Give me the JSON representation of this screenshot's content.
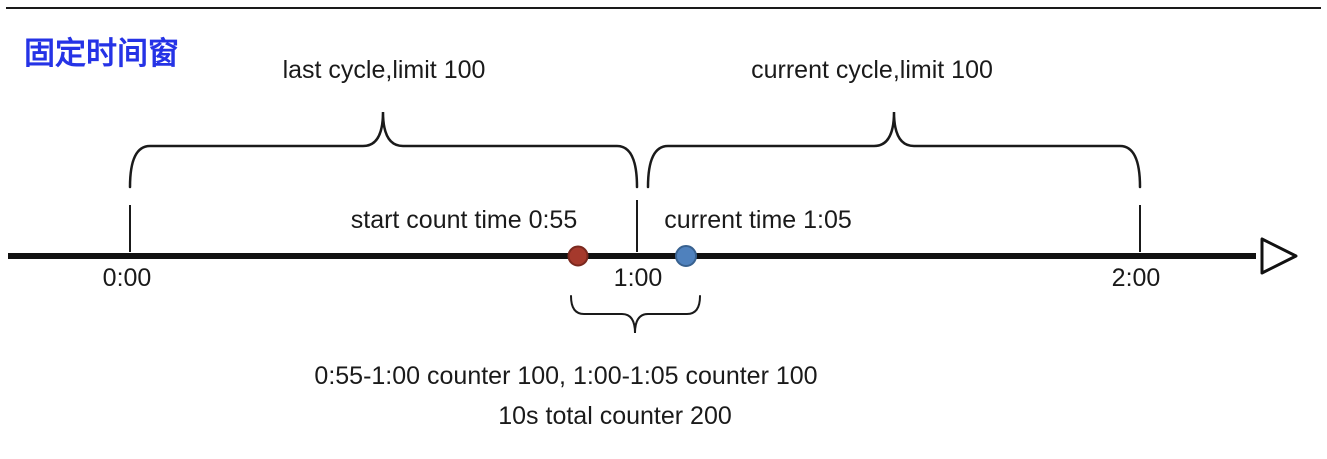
{
  "title": {
    "text": "固定时间窗",
    "color": "#2533e6"
  },
  "cycles": {
    "last": {
      "label": "last cycle,limit 100",
      "limit": 100
    },
    "current": {
      "label": "current cycle,limit 100",
      "limit": 100
    }
  },
  "timeline": {
    "ticks": [
      {
        "label": "0:00"
      },
      {
        "label": "1:00"
      },
      {
        "label": "2:00"
      }
    ],
    "arrow_icon": "right-arrow-icon"
  },
  "markers": {
    "start_count": {
      "label": "start count time 0:55",
      "time": "0:55",
      "color": "#a5392c",
      "border": "#7a281e"
    },
    "current_time": {
      "label": "current time 1:05",
      "time": "1:05",
      "color": "#4f81bd",
      "border": "#38618f"
    }
  },
  "annotations": {
    "counter_line": "0:55-1:00 counter 100, 1:00-1:05 counter 100",
    "total_line": "10s total counter 200"
  }
}
